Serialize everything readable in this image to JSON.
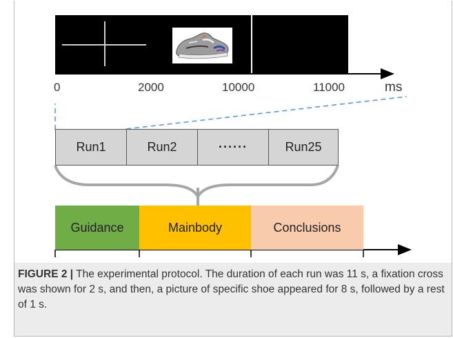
{
  "timeline": {
    "ticks": [
      "0",
      "2000",
      "10000",
      "11000"
    ],
    "unit": "ms"
  },
  "runs": [
    "Run1",
    "Run2",
    "······",
    "Run25"
  ],
  "phases": [
    {
      "label": "Guidance",
      "color": "#70ad47"
    },
    {
      "label": "Mainbody",
      "color": "#ffc000"
    },
    {
      "label": "Conclusions",
      "color": "#f8cbad"
    }
  ],
  "caption": {
    "label": "FIGURE 2 |",
    "text": "The experimental protocol. The duration of each run was 11 s, a fixation cross was shown for 2 s, and then, a picture of specific shoe appeared for 8 s, followed by a rest of 1 s."
  },
  "colors": {
    "bar": "#000000",
    "run_fill": "#d5d5d5",
    "dash": "#5b9bd5",
    "bracket": "#a6a6a6"
  },
  "icons": [
    "fixation-cross-icon",
    "shoe-icon"
  ]
}
